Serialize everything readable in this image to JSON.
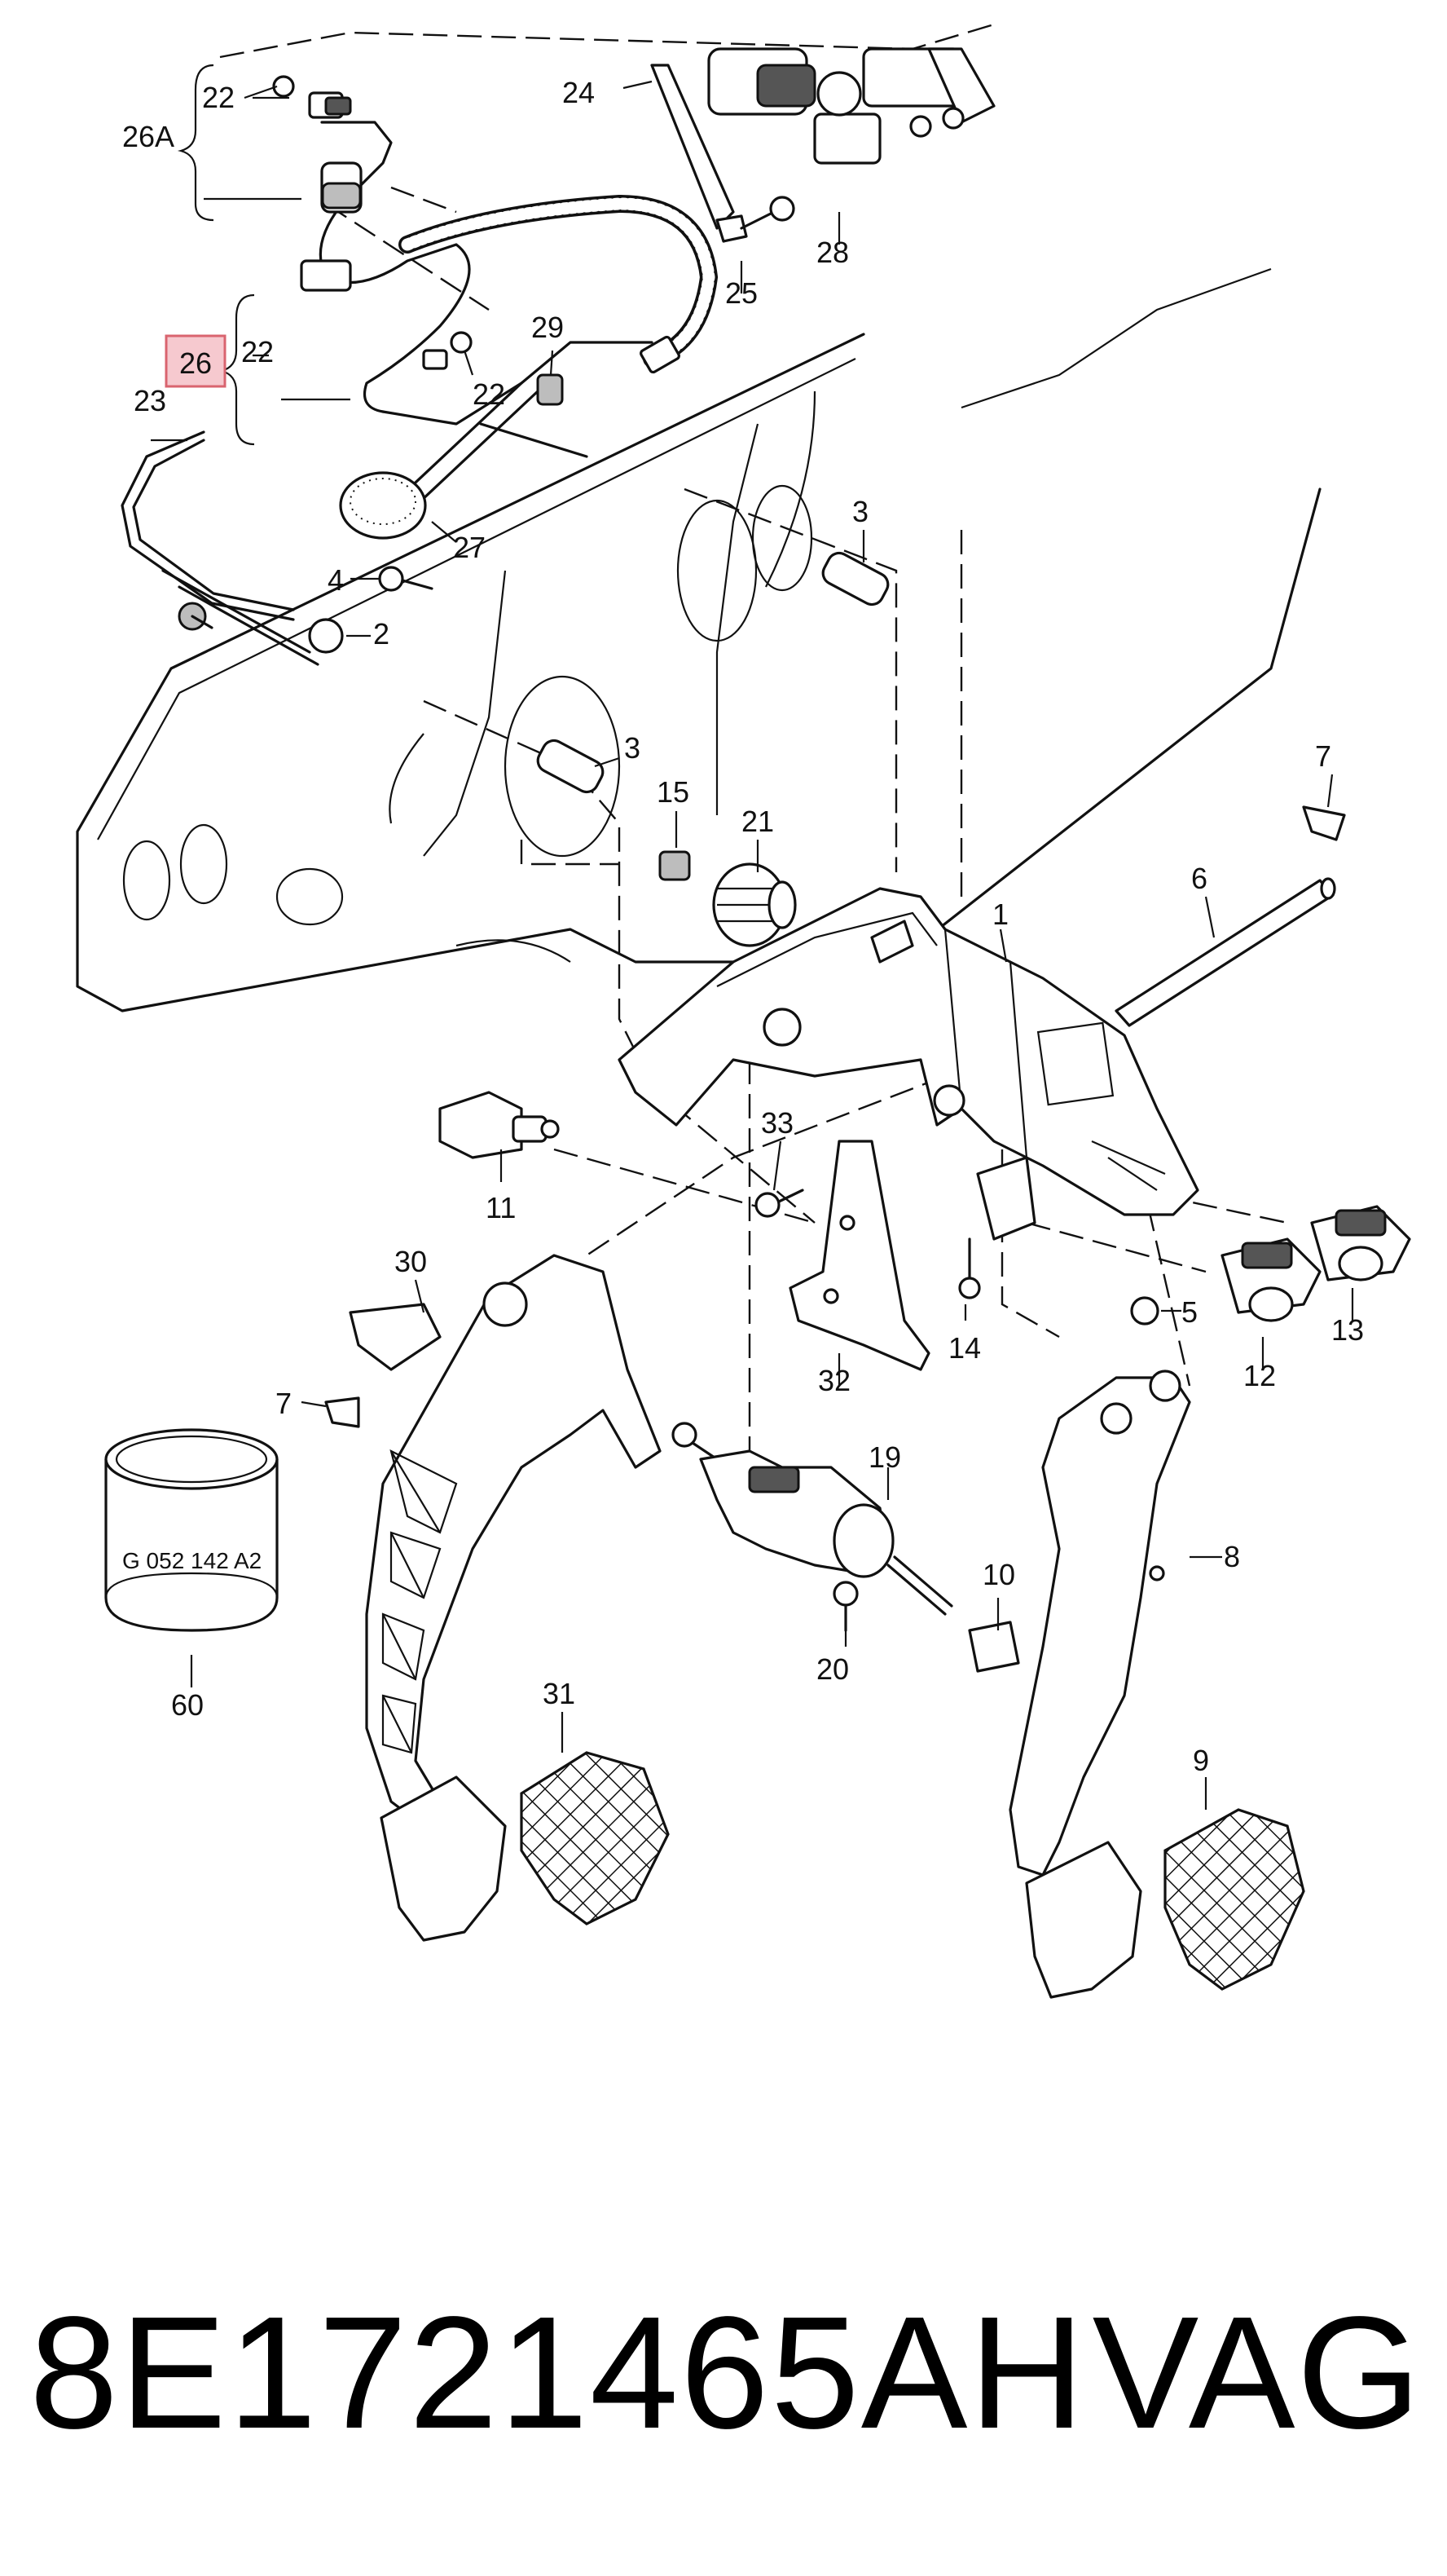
{
  "callouts": [
    "22",
    "26A",
    "24",
    "25",
    "28",
    "26",
    "22",
    "22",
    "29",
    "23",
    "27",
    "4",
    "2",
    "3",
    "3",
    "15",
    "21",
    "7",
    "6",
    "1",
    "33",
    "11",
    "30",
    "7",
    "60",
    "32",
    "14",
    "5",
    "12",
    "13",
    "19",
    "10",
    "20",
    "8",
    "31",
    "9"
  ],
  "sleeve_marking": "G 052 142 A2",
  "highlighted_callout": "26",
  "footer": {
    "part_number": "8E1721465AH",
    "brand": "VAG"
  }
}
